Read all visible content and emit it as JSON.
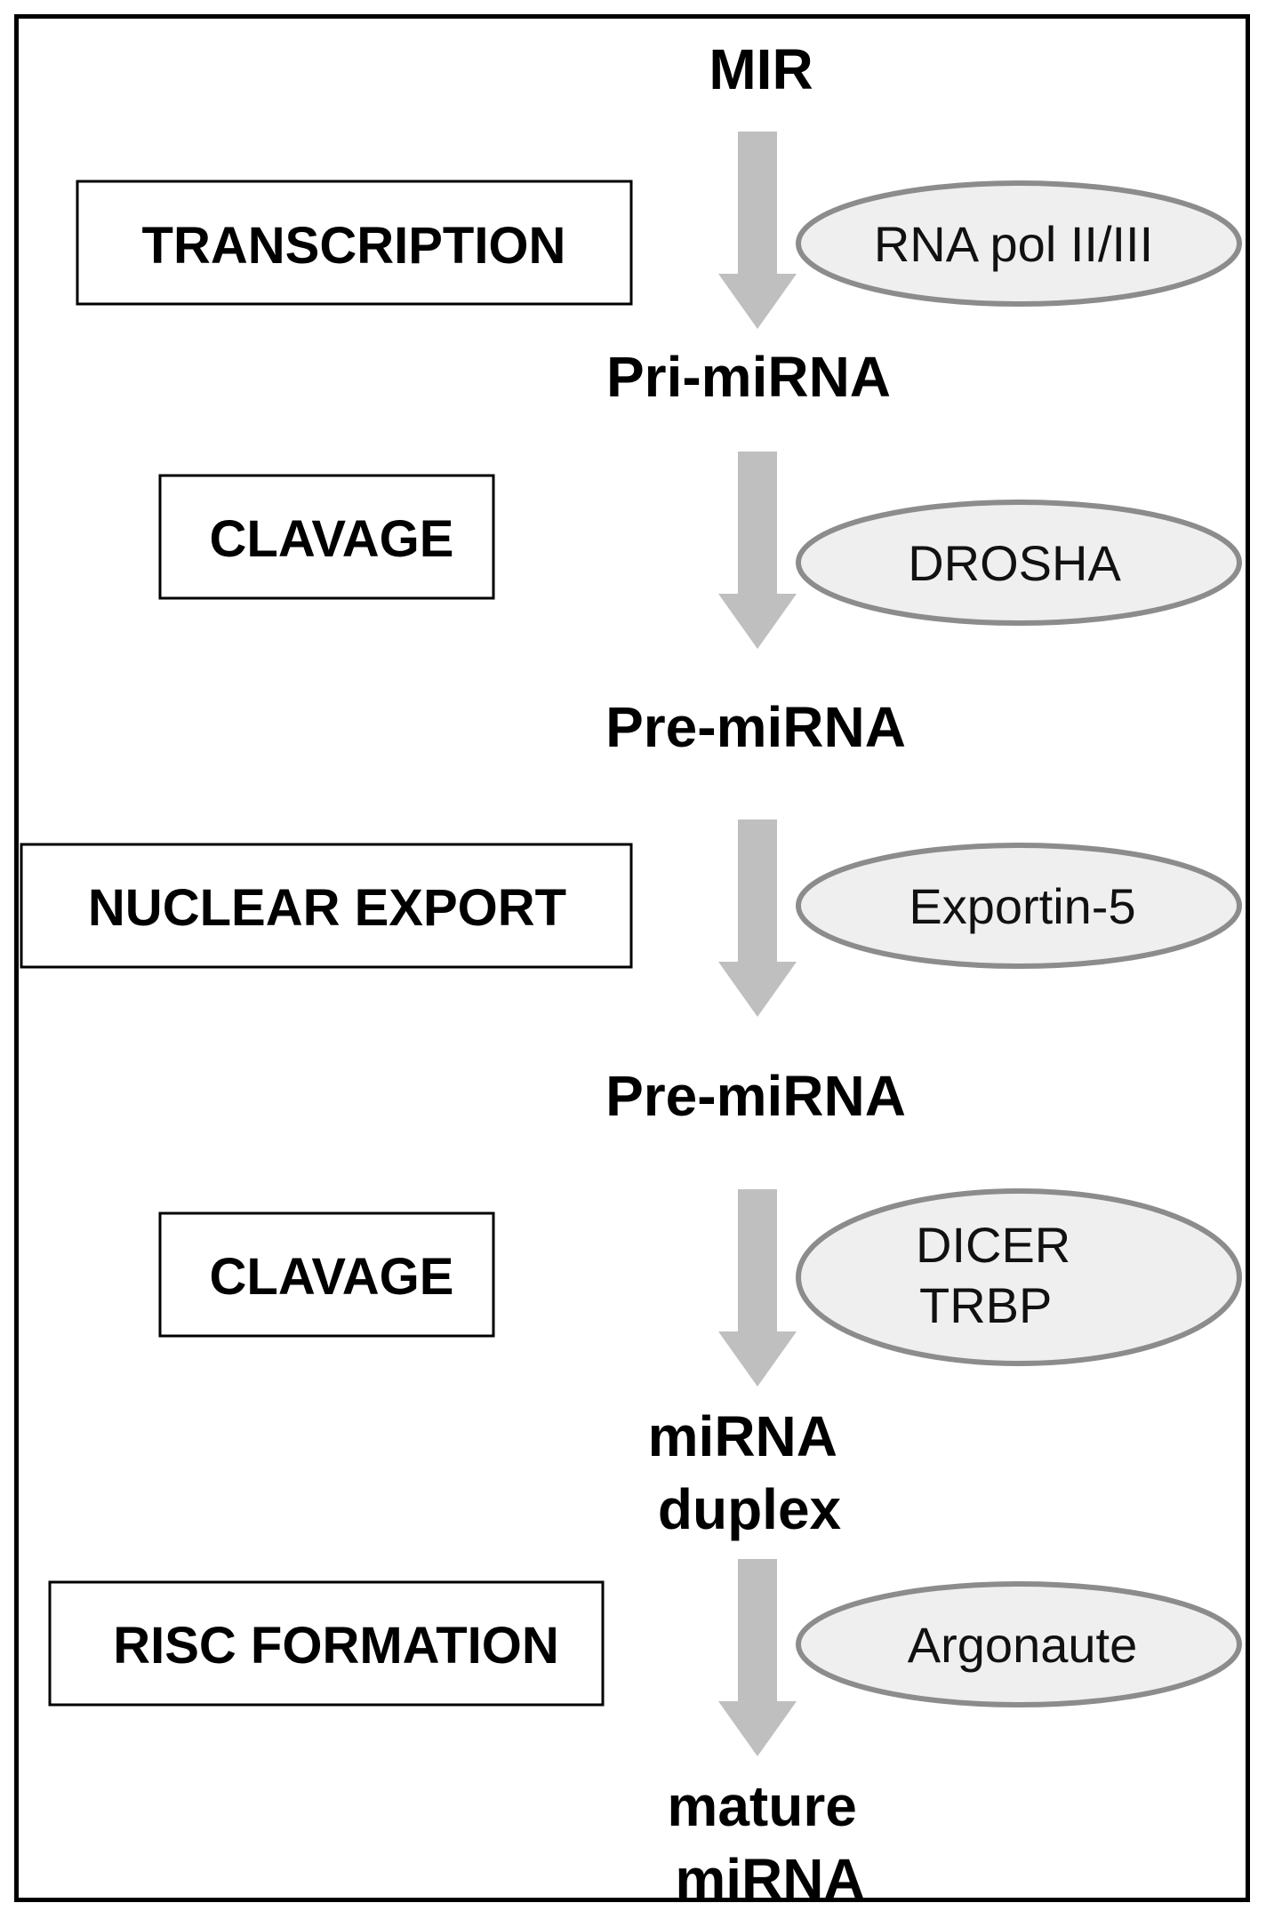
{
  "stages": {
    "mir": "MIR",
    "pri_mirna": "Pri-miRNA",
    "pre_mirna_1": "Pre-miRNA",
    "pre_mirna_2": "Pre-miRNA",
    "mirna_duplex": [
      "miRNA",
      "duplex"
    ],
    "mature_mirna": [
      "mature",
      "miRNA"
    ]
  },
  "steps": {
    "transcription": "TRANSCRIPTION",
    "cleavage_1": "CLAVAGE",
    "nuclear_export": "NUCLEAR EXPORT",
    "cleavage_2": "CLAVAGE",
    "risc_formation": "RISC FORMATION"
  },
  "enzymes": {
    "rna_pol": "RNA pol II/III",
    "drosha": "DROSHA",
    "exportin": "Exportin-5",
    "dicer_trbp": [
      "DICER",
      "TRBP"
    ],
    "argonaute": "Argonaute"
  },
  "colors": {
    "arrow": "#bfbfbf",
    "ellipse_fill": "#efefef",
    "ellipse_stroke": "#8c8c8c",
    "border": "#000000"
  }
}
